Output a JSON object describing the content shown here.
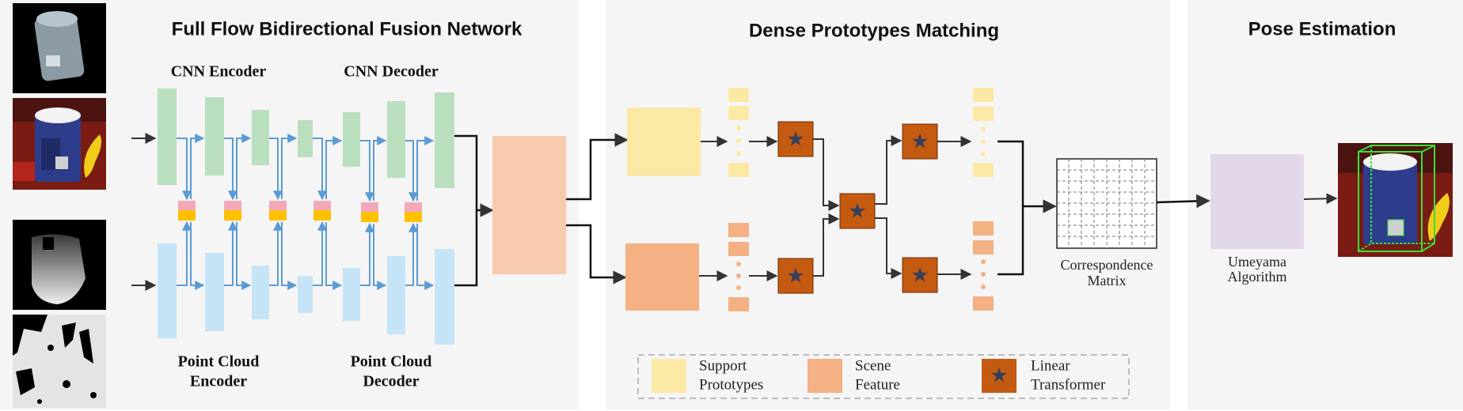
{
  "titles": {
    "fusion": "Full Flow Bidirectional Fusion Network",
    "matching": "Dense Prototypes Matching",
    "pose": "Pose Estimation"
  },
  "labels": {
    "cnn_encoder": "CNN Encoder",
    "cnn_decoder": "CNN Decoder",
    "pc_encoder_1": "Point Cloud",
    "pc_encoder_2": "Encoder",
    "pc_decoder_1": "Point Cloud",
    "pc_decoder_2": "Decoder",
    "corr_1": "Correspondence",
    "corr_2": "Matrix",
    "umeyama_1": "Umeyama",
    "umeyama_2": "Algorithm"
  },
  "legend": {
    "support_1": "Support",
    "support_2": "Prototypes",
    "scene_1": "Scene",
    "scene_2": "Feature",
    "lt_1": "Linear",
    "lt_2": "Transformer"
  },
  "colors": {
    "support": "#fde9a6",
    "scene": "#f4b183",
    "transformer": "#c55a11",
    "cnn_block": "#b9dfbf",
    "pc_block": "#c6e4f7",
    "fused": "#f8cbad",
    "umeyama": "#e3d8ea"
  },
  "icons": {
    "transformer": "star-icon"
  }
}
